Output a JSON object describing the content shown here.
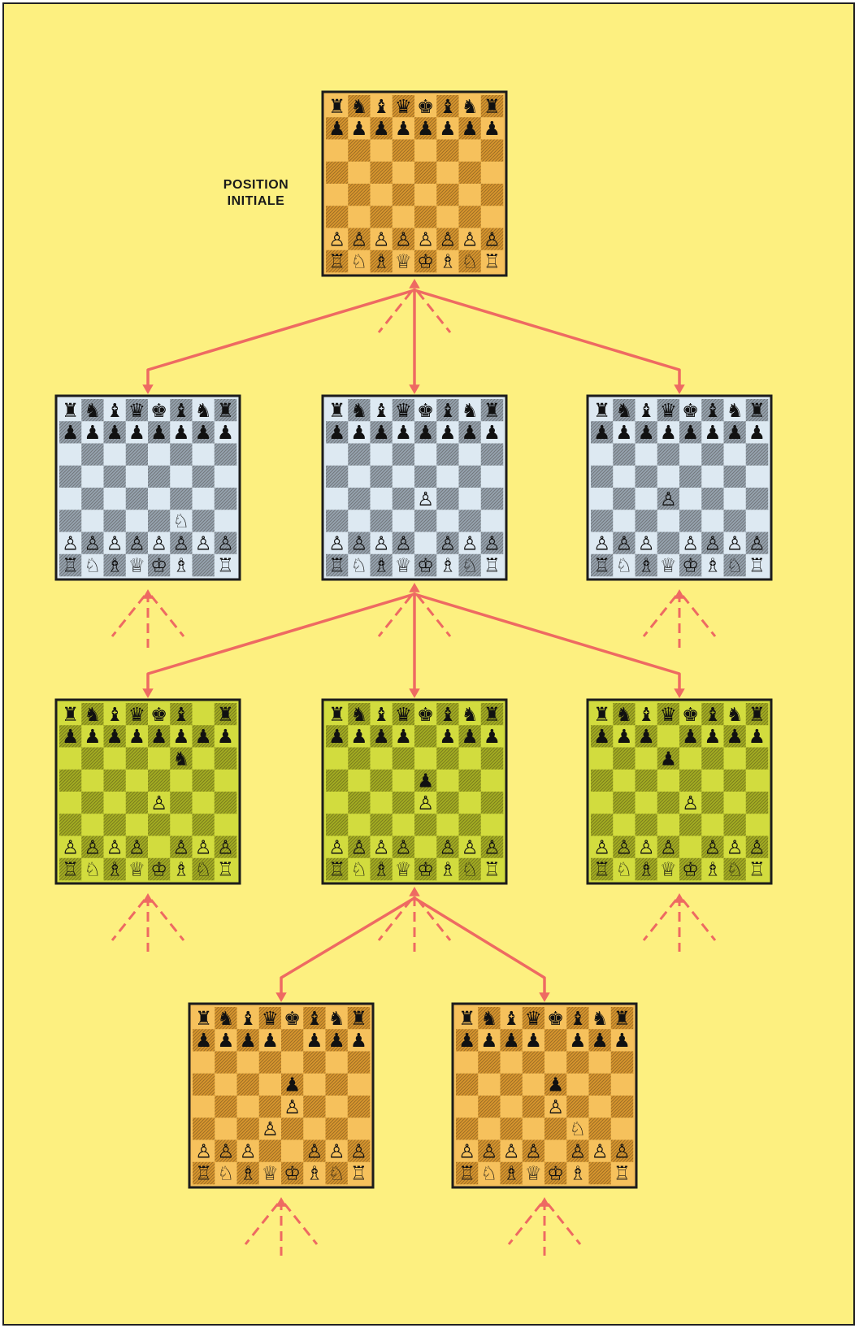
{
  "caption": {
    "line1": "POSITION",
    "line2": "INITIALE"
  },
  "colors": {
    "background": "#fdf080",
    "arrow": "#ee6a62",
    "border": "#1c1c1c",
    "themes": {
      "orange": {
        "light": "#f6c15c",
        "dark": "#d9972e"
      },
      "blue": {
        "light": "#dde9f2",
        "dark": "#97a4b0"
      },
      "green": {
        "light": "#d2dc3e",
        "dark": "#a4ae22"
      }
    }
  },
  "pieces": {
    "K": "♔",
    "Q": "♕",
    "R": "♖",
    "B": "♗",
    "N": "♘",
    "P": "♙",
    "k": "♚",
    "q": "♛",
    "r": "♜",
    "b": "♝",
    "n": "♞",
    "p": "♟"
  },
  "boards": [
    {
      "id": "initial",
      "theme": "orange",
      "fen": "rnbqkbnr/pppppppp/8/8/8/8/PPPPPPPP/RNBQKBNR"
    },
    {
      "id": "nf3",
      "theme": "blue",
      "fen": "rnbqkbnr/pppppppp/8/8/8/5N2/PPPPPPPP/RNBQKB1R"
    },
    {
      "id": "e4",
      "theme": "blue",
      "fen": "rnbqkbnr/pppppppp/8/8/4P3/8/PPPP1PPP/RNBQKBNR"
    },
    {
      "id": "d4",
      "theme": "blue",
      "fen": "rnbqkbnr/pppppppp/8/8/3P4/8/PPP1PPPP/RNBQKBNR"
    },
    {
      "id": "e4-nf6",
      "theme": "green",
      "fen": "rnbqkb1r/pppppppp/5n2/8/4P3/8/PPPP1PPP/RNBQKBNR"
    },
    {
      "id": "e4-e5",
      "theme": "green",
      "fen": "rnbqkbnr/pppp1ppp/8/4p3/4P3/8/PPPP1PPP/RNBQKBNR"
    },
    {
      "id": "e4-d6",
      "theme": "green",
      "fen": "rnbqkbnr/ppp1pppp/3p4/8/4P3/8/PPPP1PPP/RNBQKBNR"
    },
    {
      "id": "e4-e5-d4",
      "theme": "orange",
      "fen": "rnbqkbnr/pppp1ppp/8/4p3/4P3/3P4/PPP2PPP/RNBQKBNR"
    },
    {
      "id": "e4-e5-nf3",
      "theme": "orange",
      "fen": "rnbqkbnr/pppp1ppp/8/4p3/4P3/5N2/PPPP1PPP/RNBQKB1R"
    }
  ],
  "edges": [
    [
      "initial",
      "nf3"
    ],
    [
      "initial",
      "e4"
    ],
    [
      "initial",
      "d4"
    ],
    [
      "e4",
      "e4-nf6"
    ],
    [
      "e4",
      "e4-e5"
    ],
    [
      "e4",
      "e4-d6"
    ],
    [
      "e4-e5",
      "e4-e5-d4"
    ],
    [
      "e4-e5",
      "e4-e5-nf3"
    ]
  ]
}
